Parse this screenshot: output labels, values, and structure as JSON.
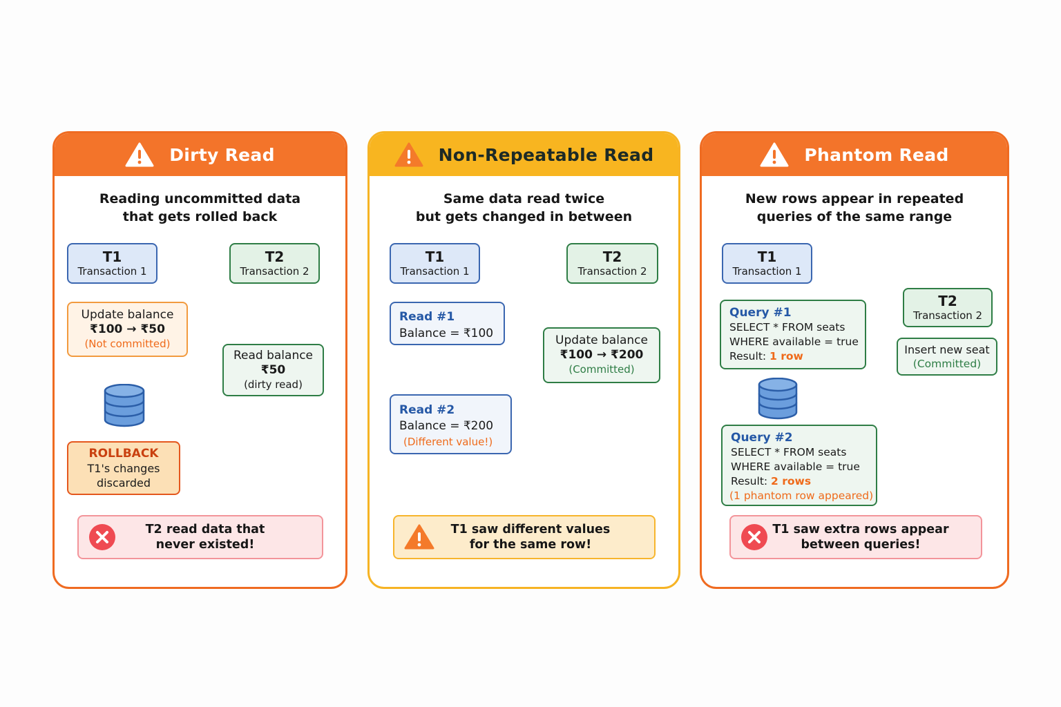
{
  "panels": [
    {
      "title": "Dirty Read",
      "subtitle_line1": "Reading uncommitted data",
      "subtitle_line2": "that gets rolled back",
      "t1": {
        "label": "T1",
        "name": "Transaction 1"
      },
      "t2": {
        "label": "T2",
        "name": "Transaction 2"
      },
      "update": {
        "line1": "Update balance",
        "line2": "₹100 → ₹50",
        "line3": "(Not committed)"
      },
      "read": {
        "line1": "Read balance",
        "line2": "₹50",
        "line3": "(dirty read)"
      },
      "rollback": {
        "line1": "ROLLBACK",
        "line2": "T1's changes",
        "line3": "discarded"
      },
      "alert": {
        "line1": "T2 read data that",
        "line2": "never existed!",
        "icon": "error-x-icon"
      }
    },
    {
      "title": "Non-Repeatable Read",
      "subtitle_line1": "Same data read twice",
      "subtitle_line2": "but gets changed in between",
      "t1": {
        "label": "T1",
        "name": "Transaction 1"
      },
      "t2": {
        "label": "T2",
        "name": "Transaction 2"
      },
      "read1": {
        "title": "Read #1",
        "line1": "Balance = ₹100"
      },
      "update": {
        "line1": "Update balance",
        "line2": "₹100 → ₹200",
        "line3": "(Committed)"
      },
      "read2": {
        "title": "Read #2",
        "line1": "Balance = ₹200",
        "line2": "(Different value!)"
      },
      "alert": {
        "line1": "T1 saw different values",
        "line2": "for the same row!",
        "icon": "warning-icon"
      }
    },
    {
      "title": "Phantom Read",
      "subtitle_line1": "New rows appear in repeated",
      "subtitle_line2": "queries of the same range",
      "t1": {
        "label": "T1",
        "name": "Transaction 1"
      },
      "t2": {
        "label": "T2",
        "name": "Transaction 2"
      },
      "query1": {
        "title": "Query #1",
        "line1": "SELECT * FROM seats",
        "line2": "WHERE available = true",
        "result_label": "Result: ",
        "result_value": "1 row"
      },
      "insert": {
        "line1": "Insert new seat",
        "line2": "(Committed)"
      },
      "query2": {
        "title": "Query #2",
        "line1": "SELECT * FROM seats",
        "line2": "WHERE available = true",
        "result_label": "Result: ",
        "result_value": "2 rows",
        "note": "(1 phantom row appeared)"
      },
      "alert": {
        "line1": "T1 saw extra rows appear",
        "line2": "between queries!",
        "icon": "error-x-icon"
      }
    }
  ],
  "colors": {
    "orange_header": "#f3742a",
    "amber_header": "#f8b520",
    "t1_blue": "#3a66b0",
    "t2_green": "#2e7d45",
    "highlight_orange": "#ef6a1a",
    "error_red": "#ef4a52"
  }
}
